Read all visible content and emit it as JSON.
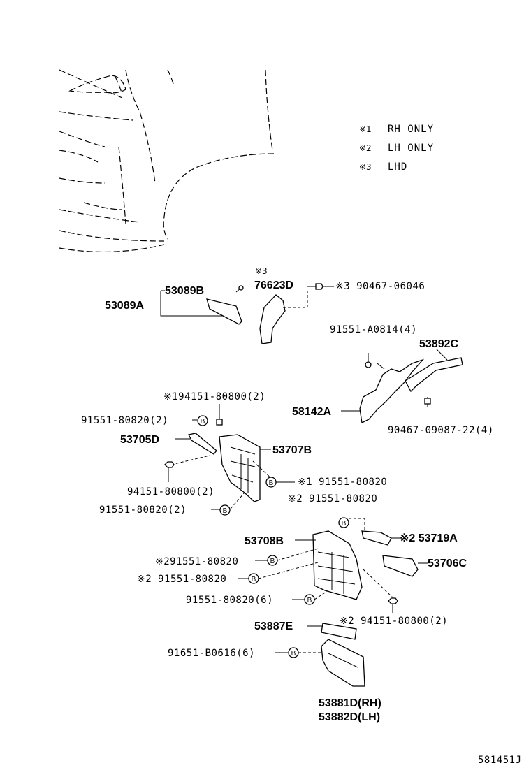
{
  "legend": [
    {
      "mark": "※1",
      "text": "RH ONLY"
    },
    {
      "mark": "※2",
      "text": "LH ONLY"
    },
    {
      "mark": "※3",
      "text": "LHD"
    }
  ],
  "bolt_symbol": "B",
  "parts": {
    "p53089A": "53089A",
    "p53089B": "53089B",
    "p76623D_mark": "※3",
    "p76623D": "76623D",
    "p90467_06046": "※3 90467-06046",
    "p91551_A0814": "91551-A0814(4)",
    "p53892C": "53892C",
    "p58142A": "58142A",
    "p90467_09087": "90467-09087-22(4)",
    "p94151_80800_rh": "※194151-80800(2)",
    "p91551_80820_2a": "91551-80820(2)",
    "p53705D": "53705D",
    "p53707B": "53707B",
    "p94151_80800_2": "94151-80800(2)",
    "p91551_80820_rh": "※1 91551-80820",
    "p91551_80820_2b": "91551-80820(2)",
    "p91551_80820_lh_a": "※2 91551-80820",
    "p53708B": "53708B",
    "p53719A": "※2 53719A",
    "p91551_80820_lh_b": "※291551-80820",
    "p53706C": "53706C",
    "p91551_80820_lh_c": "※2 91551-80820",
    "p91551_80820_6": "91551-80820(6)",
    "p94151_80800_lh": "※2 94151-80800(2)",
    "p53887E": "53887E",
    "p91651_B0616": "91651-B0616(6)",
    "p53881D": "53881D(RH)",
    "p53882D": "53882D(LH)"
  },
  "drawing_number": "581451J"
}
